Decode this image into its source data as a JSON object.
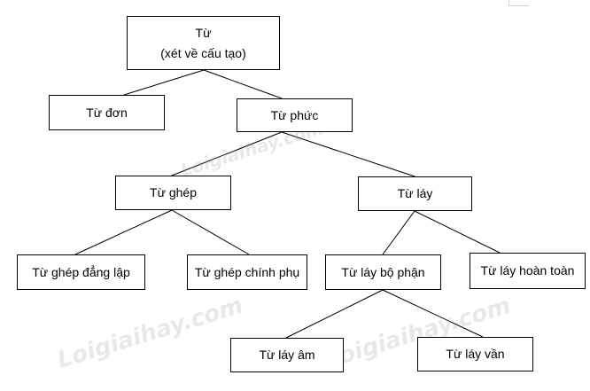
{
  "diagram": {
    "root": {
      "line1": "Từ",
      "line2": "(xét về cấu tạo)"
    },
    "level1": {
      "don": "Từ đơn",
      "phuc": "Từ phức"
    },
    "level2": {
      "ghep": "Từ ghép",
      "lay": "Từ láy"
    },
    "level3": {
      "ghep_dang_lap": "Từ ghép đẳng lập",
      "ghep_chinh_phu": "Từ ghép chính phụ",
      "lay_bo_phan": "Từ láy bộ phận",
      "lay_hoan_toan": "Từ láy hoàn toàn"
    },
    "level4": {
      "lay_am": "Từ láy âm",
      "lay_van": "Từ láy vần"
    }
  },
  "watermark": {
    "text": "Loigiaihay.com"
  }
}
